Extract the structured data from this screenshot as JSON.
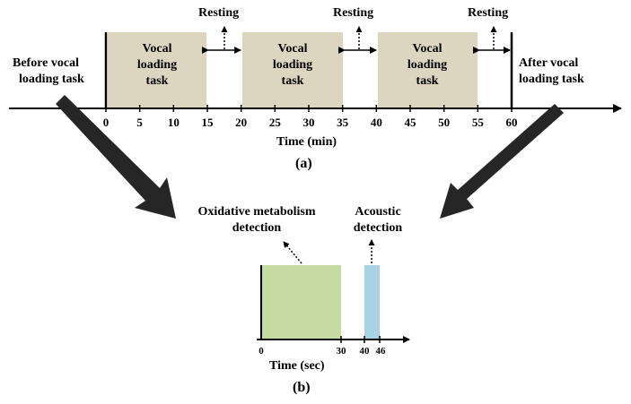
{
  "colors": {
    "task_block": "#dcd6c1",
    "oxidative_block": "#c6dba2",
    "acoustic_block": "#a8d3e2",
    "axis": "#000000",
    "connector_arrow": "#262626"
  },
  "panel_a": {
    "caption": "(a)",
    "axis_label": "Time (min)",
    "ticks": [
      "0",
      "5",
      "10",
      "15",
      "20",
      "25",
      "30",
      "35",
      "40",
      "45",
      "50",
      "55",
      "60"
    ],
    "tasks": [
      {
        "line1": "Vocal",
        "line2": "loading",
        "line3": "task",
        "start": 0,
        "end": 15
      },
      {
        "line1": "Vocal",
        "line2": "loading",
        "line3": "task",
        "start": 20,
        "end": 35
      },
      {
        "line1": "Vocal",
        "line2": "loading",
        "line3": "task",
        "start": 40,
        "end": 55
      }
    ],
    "rests": [
      {
        "label": "Resting",
        "start": 15,
        "end": 20
      },
      {
        "label": "Resting",
        "start": 35,
        "end": 40
      },
      {
        "label": "Resting",
        "start": 55,
        "end": 60
      }
    ],
    "before_label": {
      "line1": "Before vocal",
      "line2": "loading task"
    },
    "after_label": {
      "line1": "After vocal",
      "line2": "loading task"
    }
  },
  "panel_b": {
    "caption": "(b)",
    "axis_label": "Time (sec)",
    "ticks": [
      "0",
      "30",
      "40",
      "46"
    ],
    "oxidative_label": {
      "line1": "Oxidative metabolism",
      "line2": "detection",
      "start": 0,
      "end": 30
    },
    "acoustic_label": {
      "line1": "Acoustic",
      "line2": "detection",
      "start": 40,
      "end": 46
    }
  }
}
